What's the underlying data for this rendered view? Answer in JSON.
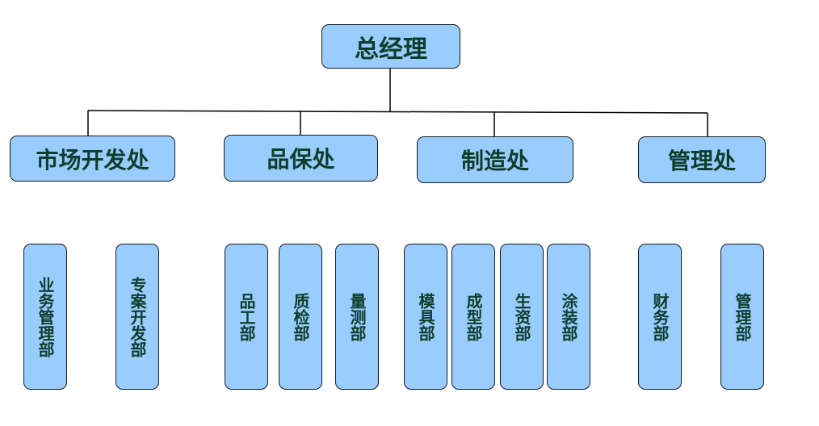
{
  "top": {
    "label": "总经理"
  },
  "divisions": [
    {
      "label": "市场开发处",
      "departments": [
        "业务管理部",
        "专案开发部"
      ]
    },
    {
      "label": "品保处",
      "departments": [
        "品工部",
        "质检部",
        "量测部"
      ]
    },
    {
      "label": "制造处",
      "departments": [
        "模具部",
        "成型部",
        "生资部",
        "涂装部"
      ]
    },
    {
      "label": "管理处",
      "departments": [
        "财务部",
        "管理部"
      ]
    }
  ],
  "colors": {
    "box_fill": "#99ccff",
    "text": "#0e3d2a",
    "border": "#1a1a1a"
  }
}
